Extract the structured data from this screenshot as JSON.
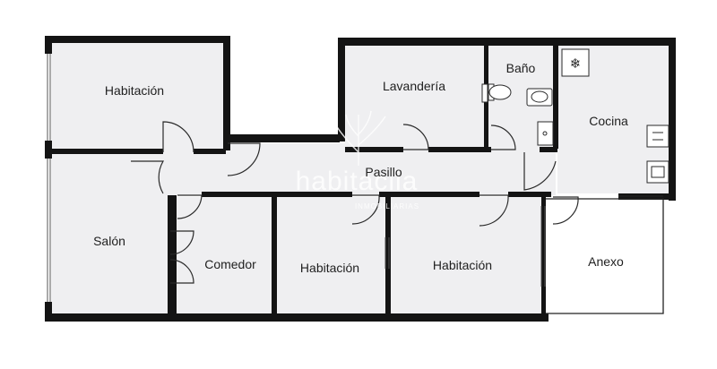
{
  "rooms": {
    "habitacion_top": "Habitación",
    "lavanderia": "Lavandería",
    "bano": "Baño",
    "cocina": "Cocina",
    "pasillo": "Pasillo",
    "salon": "Salón",
    "comedor": "Comedor",
    "habitacion_mid": "Habitación",
    "habitacion_right": "Habitación",
    "anexo": "Anexo"
  },
  "watermark": {
    "brand": "habitaclia",
    "tagline": "INMOBILIARIAS"
  },
  "colors": {
    "room_fill": "#efeff1",
    "wall": "#141414",
    "background": "#ffffff"
  }
}
